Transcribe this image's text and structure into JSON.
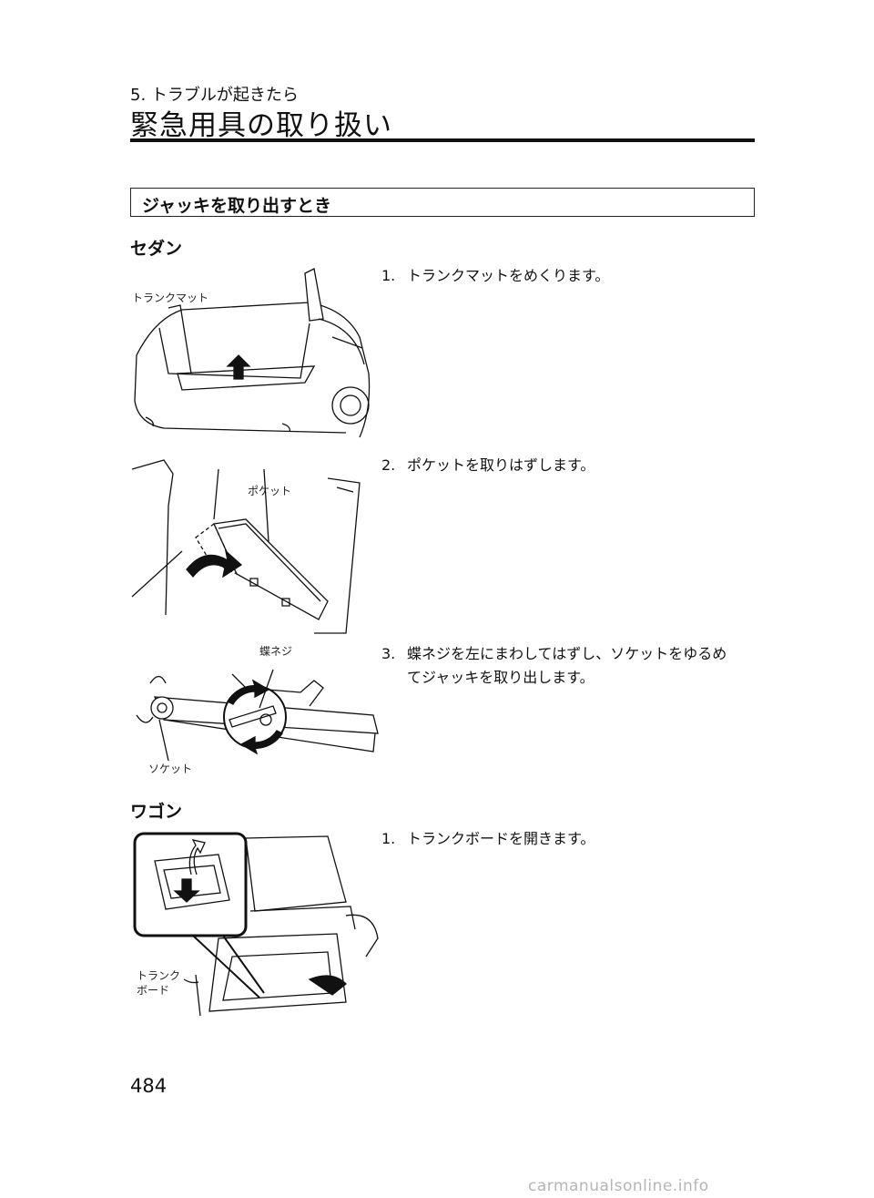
{
  "header": {
    "chapter": "5. トラブルが起きたら",
    "title": "緊急用具の取り扱い"
  },
  "section": {
    "title": "ジャッキを取り出すとき"
  },
  "sedan": {
    "heading": "セダン",
    "steps": [
      {
        "num": "1.",
        "text": "トランクマットをめくります。"
      },
      {
        "num": "2.",
        "text": "ポケットを取りはずします。"
      },
      {
        "num": "3.",
        "text_line1": "蝶ネジを左にまわしてはずし、ソケットをゆるめ",
        "text_line2": "てジャッキを取り出します。"
      }
    ],
    "labels": {
      "trunk_mat": "トランクマット",
      "pocket": "ポケット",
      "wing_screw": "蝶ネジ",
      "socket": "ソケット"
    }
  },
  "wagon": {
    "heading": "ワゴン",
    "steps": [
      {
        "num": "1.",
        "text": "トランクボードを開きます。"
      }
    ],
    "labels": {
      "trunk_board_line1": "トランク",
      "trunk_board_line2": "ボード"
    }
  },
  "footer": {
    "page_number": "484",
    "watermark": "carmanualsonline.info"
  }
}
